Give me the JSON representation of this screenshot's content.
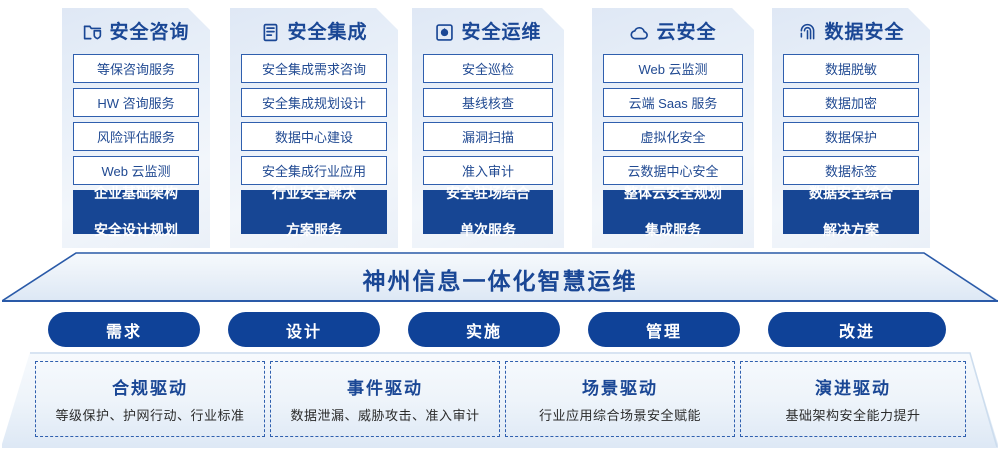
{
  "pillars": [
    {
      "icon": "folder-shield-icon",
      "title": "安全咨询",
      "items": [
        "等保咨询服务",
        "HW 咨询服务",
        "风险评估服务",
        "Web 云监测"
      ],
      "accent": "企业基础架构\n安全设计规划"
    },
    {
      "icon": "server-rack-icon",
      "title": "安全集成",
      "items": [
        "安全集成需求咨询",
        "安全集成规划设计",
        "数据中心建设",
        "安全集成行业应用"
      ],
      "accent": "行业安全解决\n方案服务"
    },
    {
      "icon": "monitor-clock-icon",
      "title": "安全运维",
      "items": [
        "安全巡检",
        "基线核查",
        "漏洞扫描",
        "准入审计"
      ],
      "accent": "安全驻场结合\n单次服务"
    },
    {
      "icon": "cloud-icon",
      "title": "云安全",
      "items": [
        "Web 云监测",
        "云端 Saas 服务",
        "虚拟化安全",
        "云数据中心安全"
      ],
      "accent": "整体云安全规划\n集成服务"
    },
    {
      "icon": "fingerprint-icon",
      "title": "数据安全",
      "items": [
        "数据脱敏",
        "数据加密",
        "数据保护",
        "数据标签"
      ],
      "accent": "数据安全综合\n解决方案"
    }
  ],
  "banner": {
    "title": "神州信息一体化智慧运维"
  },
  "stages": [
    "需求",
    "设计",
    "实施",
    "管理",
    "改进"
  ],
  "drivers": [
    {
      "title": "合规驱动",
      "subtitle": "等级保护、护网行动、行业标准"
    },
    {
      "title": "事件驱动",
      "subtitle": "数据泄漏、威胁攻击、准入审计"
    },
    {
      "title": "场景驱动",
      "subtitle": "行业应用综合场景安全赋能"
    },
    {
      "title": "演进驱动",
      "subtitle": "基础架构安全能力提升"
    }
  ],
  "colors": {
    "deep_blue": "#174694",
    "pill_blue": "#0f4298",
    "border_blue": "#2f5fae",
    "title_blue": "#1a4795"
  }
}
